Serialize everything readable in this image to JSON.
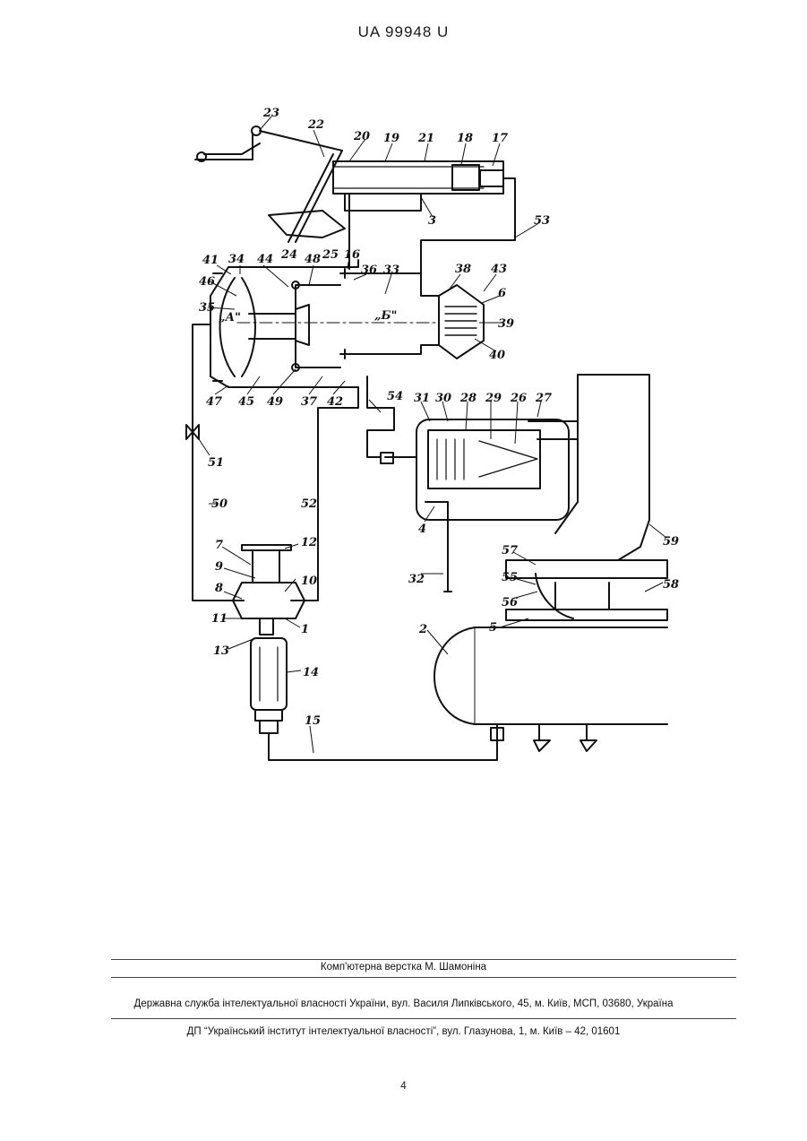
{
  "header": {
    "patent_number": "UA   99948   U"
  },
  "drawing": {
    "labels": {
      "n1": "1",
      "n2": "2",
      "n3": "3",
      "n4": "4",
      "n5": "5",
      "n6": "6",
      "n7": "7",
      "n8": "8",
      "n9": "9",
      "n10": "10",
      "n11": "11",
      "n12": "12",
      "n13": "13",
      "n14": "14",
      "n15": "15",
      "n16": "16",
      "n17": "17",
      "n18": "18",
      "n19": "19",
      "n20": "20",
      "n21": "21",
      "n22": "22",
      "n23": "23",
      "n24": "24",
      "n25": "25",
      "n26": "26",
      "n27": "27",
      "n28": "28",
      "n29": "29",
      "n30": "30",
      "n31": "31",
      "n32": "32",
      "n33": "33",
      "n34": "34",
      "n35": "35",
      "n36": "36",
      "n37": "37",
      "n38": "38",
      "n39": "39",
      "n40": "40",
      "n41": "41",
      "n42": "42",
      "n43": "43",
      "n44": "44",
      "n45": "45",
      "n46": "46",
      "n47": "47",
      "n48": "48",
      "n49": "49",
      "n50": "50",
      "n51": "51",
      "n52": "52",
      "n53": "53",
      "n54": "54",
      "n55": "55",
      "n56": "56",
      "n57": "57",
      "n58": "58",
      "n59": "59",
      "cavity_a": "„А\"",
      "cavity_b": "„Б\""
    }
  },
  "footer": {
    "typesetting": "Комп'ютерна верстка М. Шамоніна",
    "agency": "Державна служба інтелектуальної власності України, вул. Василя Липківського, 45, м. Київ, МСП, 03680, Україна",
    "institute": "ДП “Український інститут інтелектуальної власності”, вул. Глазунова, 1, м. Київ – 42, 01601",
    "page_number": "4"
  }
}
